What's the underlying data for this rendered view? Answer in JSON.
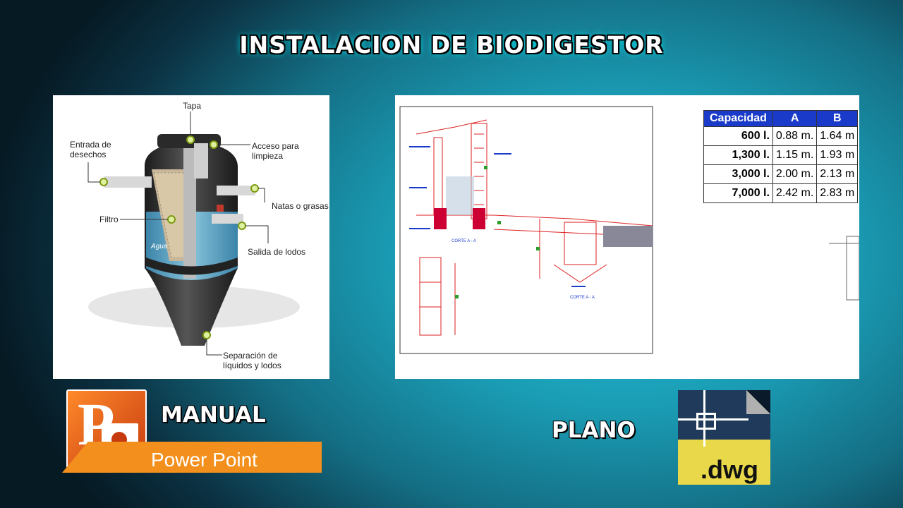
{
  "title": "INSTALACION DE BIODIGESTOR",
  "diagram": {
    "labels": {
      "tapa": "Tapa",
      "entrada": "Entrada de desechos",
      "acceso": "Acceso para limpieza",
      "natas": "Natas o grasas",
      "filtro": "Filtro",
      "salida": "Salida de lodos",
      "agua": "Agua",
      "separacion": "Separación de líquidos y lodos"
    }
  },
  "plano_table": {
    "headers": [
      "Capacidad",
      "A",
      "B"
    ],
    "rows": [
      [
        "600 l.",
        "0.88 m.",
        "1.64 m"
      ],
      [
        "1,300 l.",
        "1.15 m.",
        "1.93 m"
      ],
      [
        "3,000 l.",
        "2.00 m.",
        "2.13 m"
      ],
      [
        "7,000 l.",
        "2.42 m.",
        "2.83 m"
      ]
    ]
  },
  "drawing": {
    "corte1": "CORTE A - A",
    "corte2": "CORTE A - A"
  },
  "manual": {
    "label": "MANUAL",
    "app": "Power Point"
  },
  "plano": {
    "label": "PLANO",
    "file": ".dwg"
  },
  "colors": {
    "accent": "#1a3bc9",
    "ppt_orange": "#f3901d"
  }
}
